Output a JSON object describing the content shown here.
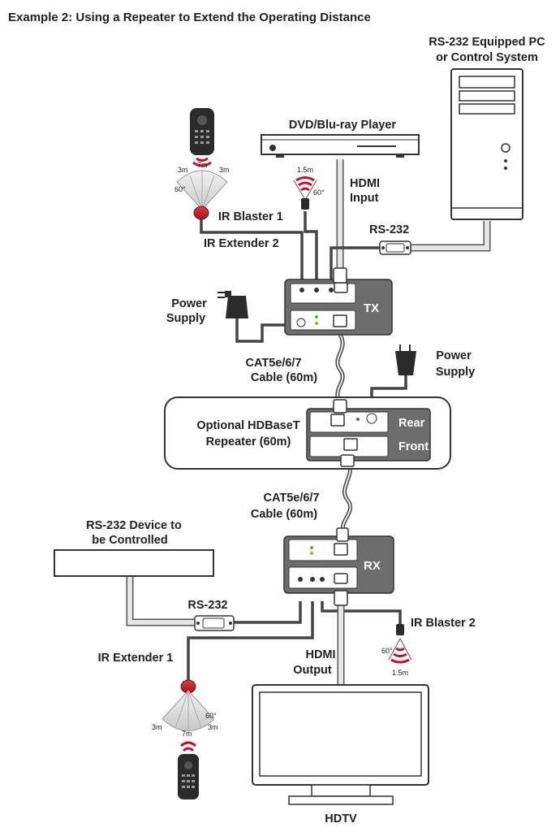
{
  "title": "Example 2: Using a Repeater to Extend the Operating Distance",
  "labels": {
    "pc": [
      "RS-232 Equipped PC",
      "or Control System"
    ],
    "dvd": "DVD/Blu-ray Player",
    "hdmi_input": [
      "HDMI",
      "Input"
    ],
    "ir_blaster_1": "IR Blaster 1",
    "ir_extender_2": "IR Extender 2",
    "rs232_top": "RS-232",
    "power_supply_tx": [
      "Power",
      "Supply"
    ],
    "tx": "TX",
    "cable_1": [
      "CAT5e/6/7",
      "Cable (60m)"
    ],
    "power_supply_rep": [
      "Power",
      "Supply"
    ],
    "repeater": [
      "Optional HDBaseT",
      "Repeater (60m)"
    ],
    "rear": "Rear",
    "front": "Front",
    "cable_2": [
      "CAT5e/6/7",
      "Cable (60m)"
    ],
    "rs232_device": [
      "RS-232 Device to",
      "be Controlled"
    ],
    "rx": "RX",
    "rs232_bottom": "RS-232",
    "ir_blaster_2": "IR Blaster 2",
    "ir_extender_1": "IR Extender 1",
    "hdmi_output": [
      "HDMI",
      "Output"
    ],
    "hdtv": "HDTV"
  },
  "ir_ranges": {
    "top_extender": {
      "left": "3m",
      "center": "7m",
      "right": "3m",
      "angle": "60°"
    },
    "top_blaster": {
      "distance": "1.5m",
      "angle": "60°"
    },
    "bottom_blaster": {
      "distance": "1.5m",
      "angle": "60°"
    },
    "bottom_extender": {
      "left": "3m",
      "center": "7m",
      "right": "3m",
      "angle": "60°"
    }
  },
  "colors": {
    "device_panel": "#6d6d6d",
    "ir_red": "#c8102e",
    "cable": "#444444",
    "fan_gray": "#cfcfcf"
  },
  "icons": [
    "remote-control-icon",
    "ir-signal-icon",
    "power-adapter-icon",
    "rs232-connector-icon",
    "hdmi-connector-icon",
    "rj45-connector-icon"
  ]
}
